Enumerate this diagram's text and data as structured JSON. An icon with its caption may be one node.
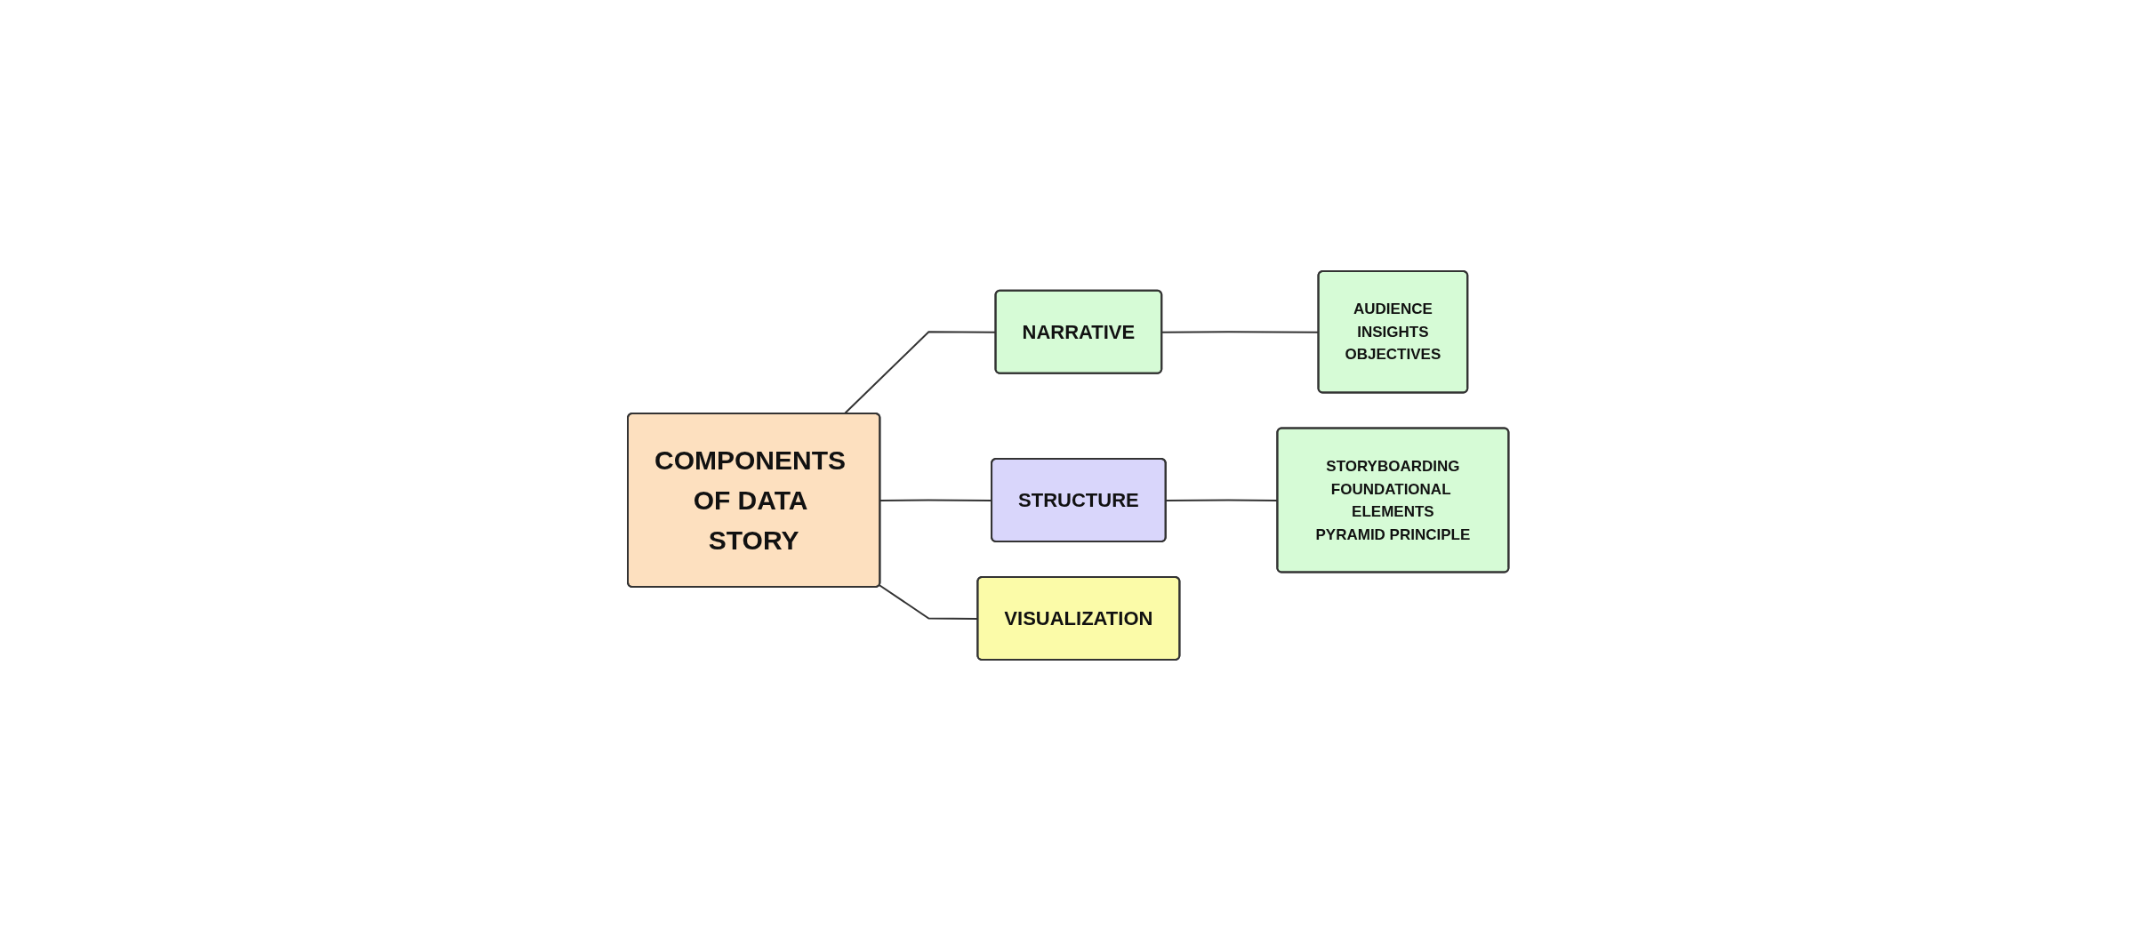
{
  "diagram": {
    "nodes": [
      {
        "text": [
          "COMPONENTS OF DATA STORY"
        ]
      },
      {
        "text": [
          "NARRATIVE"
        ]
      },
      {
        "text": [
          "AUDIENCE",
          "INSIGHTS",
          "OBJECTIVES"
        ]
      },
      {
        "text": [
          "STRUCTURE"
        ]
      },
      {
        "text": [
          "STORYBOARDING",
          "FOUNDATIONAL ELEMENTS",
          "PYRAMID PRINCIPLE"
        ]
      },
      {
        "text": [
          "VISUALIZATION"
        ]
      }
    ],
    "edges": [
      {
        "from": 0,
        "to": 1,
        "arrow": "none"
      },
      {
        "from": 1,
        "to": 2,
        "arrow": "none"
      },
      {
        "from": 0,
        "to": 3,
        "arrow": "none"
      },
      {
        "from": 3,
        "to": 4,
        "arrow": "none"
      },
      {
        "from": 0,
        "to": 5,
        "arrow": "none"
      }
    ]
  }
}
